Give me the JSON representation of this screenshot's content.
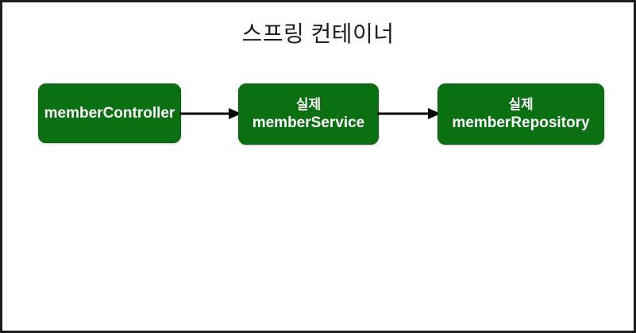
{
  "diagram": {
    "title": "스프링 컨테이너",
    "background_color": "#ffffff",
    "frame_color": "#1c1c1c",
    "node_fill_color": "#0b7012",
    "node_text_color": "#ffffff",
    "arrow_color": "#000000",
    "nodes": [
      {
        "id": "member-controller",
        "sub_label": "",
        "main_label": "memberController"
      },
      {
        "id": "member-service",
        "sub_label": "실제",
        "main_label": "memberService"
      },
      {
        "id": "member-repository",
        "sub_label": "실제",
        "main_label": "memberRepository"
      }
    ],
    "edges": [
      {
        "id": "controller-to-service",
        "from": "member-controller",
        "to": "member-service",
        "label": ""
      },
      {
        "id": "service-to-repository",
        "from": "member-service",
        "to": "member-repository",
        "label": ""
      }
    ]
  }
}
